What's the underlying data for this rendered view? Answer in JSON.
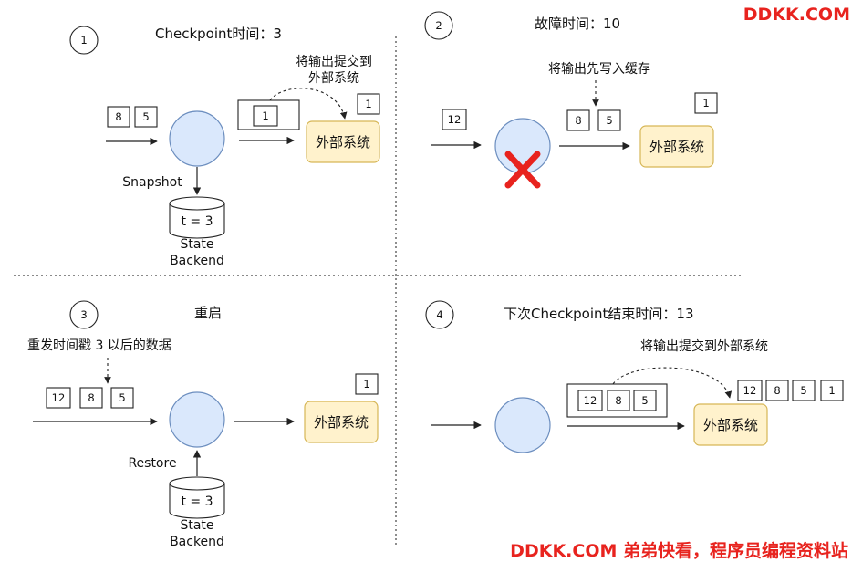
{
  "watermark_top": "DDKK.COM",
  "watermark_bottom": "DDKK.COM 弟弟快看，程序员编程资料站",
  "panel1": {
    "step": "1",
    "title": "Checkpoint时间：3",
    "input_records": [
      "8",
      "5"
    ],
    "pending_records": [
      "1"
    ],
    "committed_records": [
      "1"
    ],
    "note_line1": "将输出提交到",
    "note_line2": "外部系统",
    "external_system": "外部系统",
    "snapshot_label": "Snapshot",
    "state_value": "t = 3",
    "state_line1": "State",
    "state_line2": "Backend"
  },
  "panel2": {
    "step": "2",
    "title": "故障时间：10",
    "input_records": [
      "12"
    ],
    "buffered_records": [
      "8",
      "5"
    ],
    "committed_records": [
      "1"
    ],
    "note": "将输出先写入缓存",
    "external_system": "外部系统"
  },
  "panel3": {
    "step": "3",
    "title": "重启",
    "note": "重发时间戳 3 以后的数据",
    "input_records": [
      "12",
      "8",
      "5"
    ],
    "committed_records": [
      "1"
    ],
    "external_system": "外部系统",
    "restore_label": "Restore",
    "state_value": "t = 3",
    "state_line1": "State",
    "state_line2": "Backend"
  },
  "panel4": {
    "step": "4",
    "title": "下次Checkpoint结束时间：13",
    "note": "将输出提交到外部系统",
    "pending_records": [
      "12",
      "8",
      "5"
    ],
    "committed_records": [
      "12",
      "8",
      "5",
      "1"
    ],
    "external_system": "外部系统"
  },
  "colors": {
    "operator_fill": "#dae8fc",
    "operator_stroke": "#6c8ebf",
    "system_fill": "#fff2cc",
    "system_stroke": "#d6b656",
    "failure_mark": "#e8231e",
    "watermark": "#e8231e"
  }
}
